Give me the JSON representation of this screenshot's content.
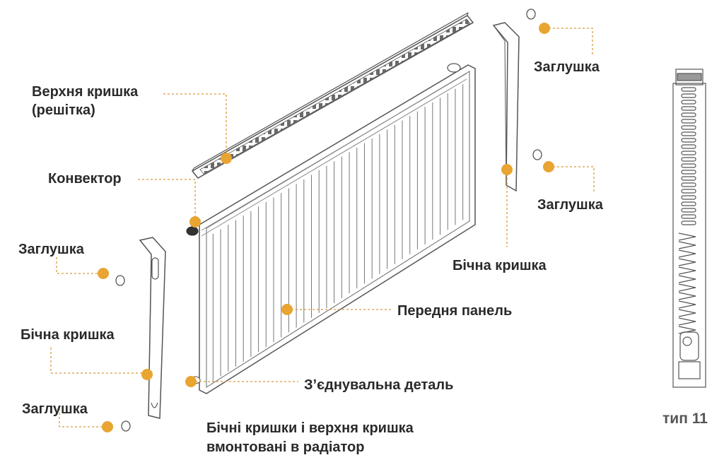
{
  "labels": {
    "top_cover": "Верхня кришка (решітка)",
    "convector": "Конвектор",
    "plug_right_top": "Заглушка",
    "plug_right_bottom": "Заглушка",
    "plug_left_top": "Заглушка",
    "plug_left_bottom": "Заглушка",
    "side_cover_right": "Бічна кришка",
    "side_cover_left": "Бічна кришка",
    "front_panel": "Передня панель",
    "connector": "З’єднувальна деталь"
  },
  "note_lines": [
    "Бічні кришки і верхня кришка",
    "вмонтовані в радіатор"
  ],
  "type_label": "тип 11",
  "colors": {
    "marker": "#e8a531",
    "leader": "#d89a3a",
    "line": "#555555",
    "text": "#2a2a2a"
  }
}
